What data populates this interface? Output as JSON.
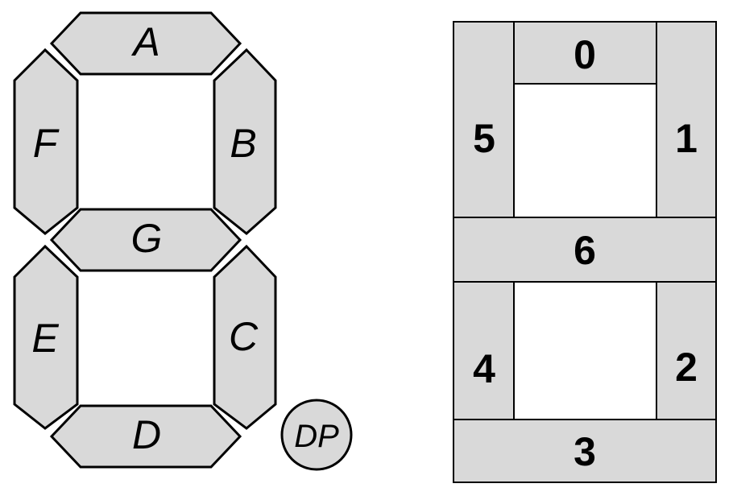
{
  "seven_segment": {
    "segments": {
      "a": "A",
      "b": "B",
      "c": "C",
      "d": "D",
      "e": "E",
      "f": "F",
      "g": "G"
    },
    "decimal_point": "DP"
  },
  "index_grid": {
    "top": "0",
    "top_right": "1",
    "bottom_right": "2",
    "bottom": "3",
    "bottom_left": "4",
    "top_left": "5",
    "middle": "6"
  }
}
